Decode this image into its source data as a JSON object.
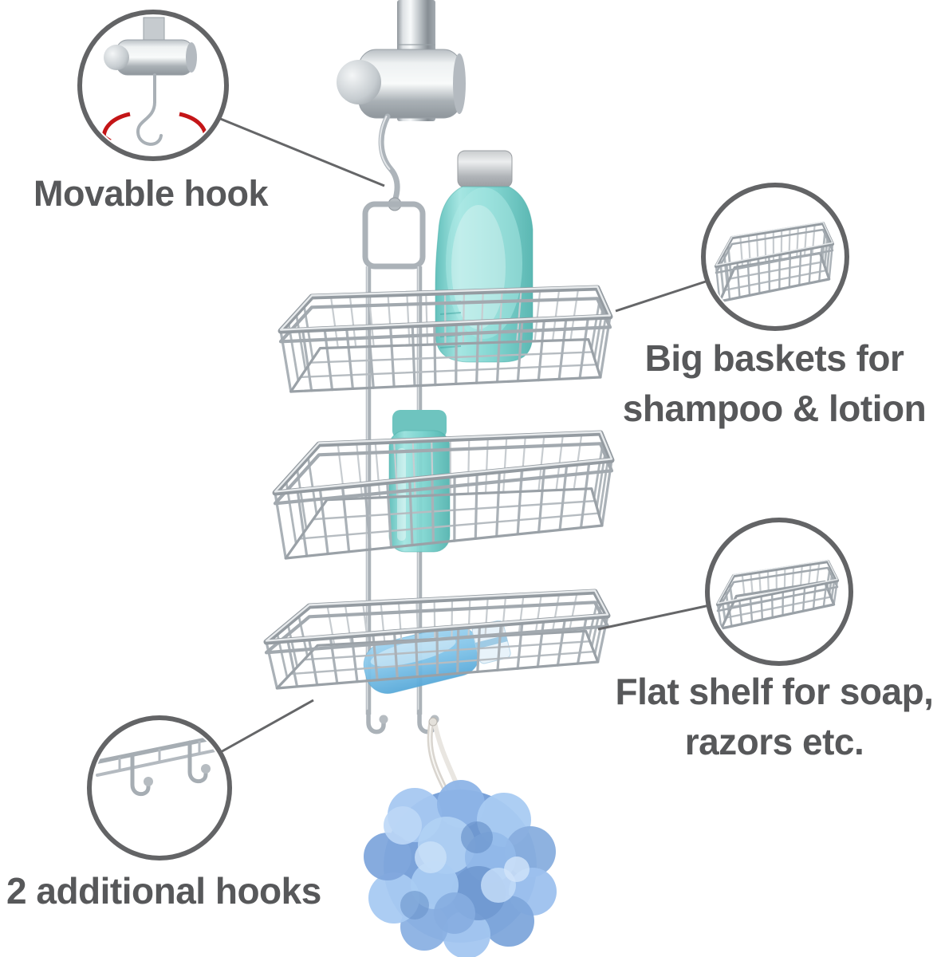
{
  "labels": {
    "movable_hook": "Movable hook",
    "big_baskets": [
      "Big baskets for",
      "shampoo & lotion"
    ],
    "flat_shelf": [
      "Flat shelf for soap,",
      "razors etc."
    ],
    "additional_hooks": "2 additional hooks"
  },
  "icons": {
    "callout_1": "movable-hook-detail-icon",
    "callout_2": "big-basket-detail-icon",
    "callout_3": "flat-shelf-detail-icon",
    "callout_4": "two-hooks-detail-icon",
    "rotation_arrows": "red-swivel-arrow-icons"
  },
  "colors": {
    "label_text": "#57585a",
    "callout_stroke": "#636466",
    "connector_line": "#656668",
    "chrome_wire": "#aab1b7",
    "teal_bottle": "#7ad1cc",
    "blue_bottle": "#7ec2e8",
    "loofah_blue": "#7aa2d9",
    "arrow_red": "#c41517",
    "background": "#ffffff"
  }
}
